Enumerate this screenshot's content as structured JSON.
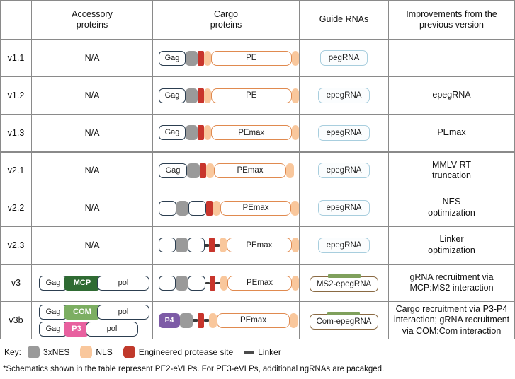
{
  "table": {
    "headers": [
      "",
      "Accessory\nproteins",
      "Cargo\nproteins",
      "Guide RNAs",
      "Improvements from the\nprevious version"
    ],
    "header_accessory_line1": "Accessory",
    "header_accessory_line2": "proteins",
    "header_cargo_line1": "Cargo",
    "header_cargo_line2": "proteins",
    "header_guide": "Guide RNAs",
    "header_improv_line1": "Improvements from the",
    "header_improv_line2": "previous version",
    "rows": [
      {
        "version": "v1.1",
        "accessory_text": "N/A",
        "cargo_label": "PE",
        "cargo_gag": "Gag",
        "guide_rna": "pegRNA",
        "improvement": ""
      },
      {
        "version": "v1.2",
        "accessory_text": "N/A",
        "cargo_label": "PE",
        "cargo_gag": "Gag",
        "guide_rna": "epegRNA",
        "improvement": "epegRNA"
      },
      {
        "version": "v1.3",
        "accessory_text": "N/A",
        "cargo_label": "PEmax",
        "cargo_gag": "Gag",
        "guide_rna": "epegRNA",
        "improvement": "PEmax"
      },
      {
        "version": "v2.1",
        "accessory_text": "N/A",
        "cargo_label": "PEmax",
        "cargo_gag": "Gag",
        "guide_rna": "epegRNA",
        "improvement": "MMLV RT\ntruncation",
        "improvement_line1": "MMLV RT",
        "improvement_line2": "truncation"
      },
      {
        "version": "v2.2",
        "accessory_text": "N/A",
        "cargo_label": "PEmax",
        "cargo_gag": "",
        "guide_rna": "epegRNA",
        "improvement_line1": "NES",
        "improvement_line2": "optimization"
      },
      {
        "version": "v2.3",
        "accessory_text": "N/A",
        "cargo_label": "PEmax",
        "cargo_gag": "",
        "guide_rna": "epegRNA",
        "improvement_line1": "Linker",
        "improvement_line2": "optimization"
      },
      {
        "version": "v3",
        "accessory_boxes": [
          [
            "Gag",
            "MCP",
            "pol"
          ]
        ],
        "cargo_label": "PEmax",
        "guide_rna": "MS2-epegRNA",
        "improvement_line1": "gRNA recruitment via",
        "improvement_line2": "MCP:MS2 interaction"
      },
      {
        "version": "v3b",
        "accessory_boxes": [
          [
            "Gag",
            "COM",
            "pol"
          ],
          [
            "Gag",
            "P3",
            "pol"
          ]
        ],
        "cargo_p4": "P4",
        "cargo_label": "PEmax",
        "guide_rna": "Com-epegRNA",
        "improvement_line1": "Cargo recruitment via P3-P4",
        "improvement_line2": "interaction; gRNA recruitment",
        "improvement_line3": "via COM:Com interaction"
      }
    ]
  },
  "key": {
    "label": "Key:",
    "items": [
      {
        "name": "3xNES",
        "color": "#9a9a9a"
      },
      {
        "name": "NLS",
        "color": "#f9c79c"
      },
      {
        "name": "Engineered protease site",
        "color": "#c0392b"
      },
      {
        "name": "Linker",
        "color": "#4a4a4a"
      }
    ]
  },
  "footnote": "*Schematics shown in the table represent PE2-eVLPs. For PE3-eVLPs, additional ngRNAs are pacakged.",
  "colors": {
    "gag_outline": "#2c3e50",
    "mcp_green": "#2f6b33",
    "com_green": "#7cae62",
    "p3_pink": "#e8609f",
    "p4_purple": "#7d5ba6",
    "pe_outline": "#e08a4f",
    "nes_gray": "#9a9a9a",
    "nls_orange": "#f9c79c",
    "protease_red": "#c8352c",
    "grna_blue": "#a8cede",
    "grna_tan": "#8a6a43",
    "green_bar": "#7fa05c"
  }
}
